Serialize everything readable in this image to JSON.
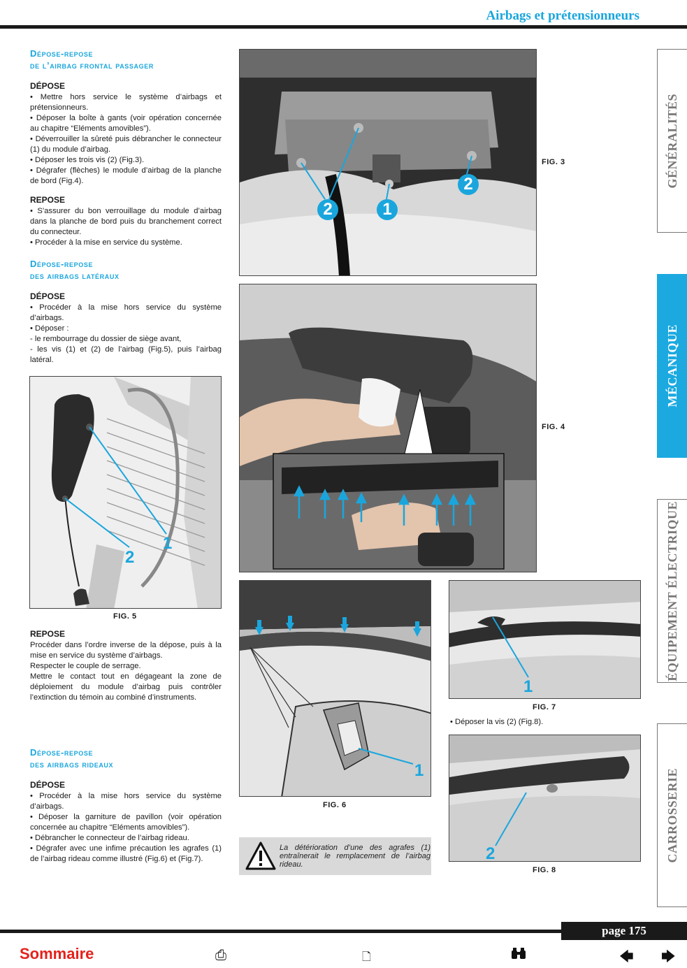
{
  "header": {
    "title": "Airbags et prétensionneurs"
  },
  "tabs": [
    {
      "label": "GÉNÉRALITÉS",
      "active": false
    },
    {
      "label": "MÉCANIQUE",
      "active": true
    },
    {
      "label": "ÉQUIPEMENT ÉLECTRIQUE",
      "active": false
    },
    {
      "label": "CARROSSERIE",
      "active": false
    }
  ],
  "section1": {
    "title_line1": "Dépose-repose",
    "title_line2": "de l’airbag frontal passager",
    "depose_label": "DÉPOSE",
    "depose_text": [
      "• Mettre hors service le système d’airbags et prétensionneurs.",
      "• Déposer la boîte à gants (voir opération concernée au chapitre “Eléments amovibles”).",
      "• Déverrouiller la sûreté puis débrancher le connecteur (1) du module d’airbag.",
      "• Déposer les trois vis (2) (Fig.3).",
      "• Dégrafer (flèches) le module d’airbag de la planche de bord (Fig.4)."
    ],
    "repose_label": "REPOSE",
    "repose_text": [
      "• S’assurer du bon verrouillage du module d’airbag dans la planche de bord puis du branchement correct du connecteur.",
      "• Procéder à la mise en service du système."
    ]
  },
  "section2": {
    "title_line1": "Dépose-repose",
    "title_line2": "des airbags latéraux",
    "depose_label": "DÉPOSE",
    "depose_text": [
      "• Procéder à la mise hors service du système d’airbags.",
      "• Déposer :",
      "- le rembourrage du dossier de siège avant,",
      "- les vis (1) et (2) de l’airbag (Fig.5), puis l’airbag latéral."
    ],
    "repose_label": "REPOSE",
    "repose_text": [
      "Procéder dans l’ordre inverse de la dépose, puis à la mise en service du système d’airbags.",
      "Respecter le couple de serrage.",
      "Mettre le contact tout en dégageant la zone de déploiement du module d’airbag puis contrôler l’extinction du témoin au combiné d’instruments."
    ]
  },
  "section3": {
    "title_line1": "Dépose-repose",
    "title_line2": "des airbags rideaux",
    "depose_label": "DÉPOSE",
    "depose_text": [
      "• Procéder à la mise hors service du système d’airbags.",
      "• Déposer la garniture de pavillon (voir opération concernée au chapitre “Eléments amovibles”).",
      "• Débrancher le connecteur de l’airbag rideau.",
      "• Dégrafer avec une infime précaution les agrafes (1) de l’airbag rideau comme illustré (Fig.6) et (Fig.7)."
    ]
  },
  "figures": {
    "fig3": "FIG. 3",
    "fig4": "FIG. 4",
    "fig5": "FIG. 5",
    "fig6": "FIG. 6",
    "fig7": "FIG. 7",
    "fig8": "FIG. 8",
    "fig8_caption": "• Déposer la vis (2) (Fig.8)."
  },
  "callouts": {
    "n1": "1",
    "n2": "2"
  },
  "warning": {
    "text": "La détérioration d’une des agrafes (1) entraînerait le remplacement de l’airbag rideau."
  },
  "footer": {
    "page": "page 175",
    "sommaire": "Sommaire"
  }
}
